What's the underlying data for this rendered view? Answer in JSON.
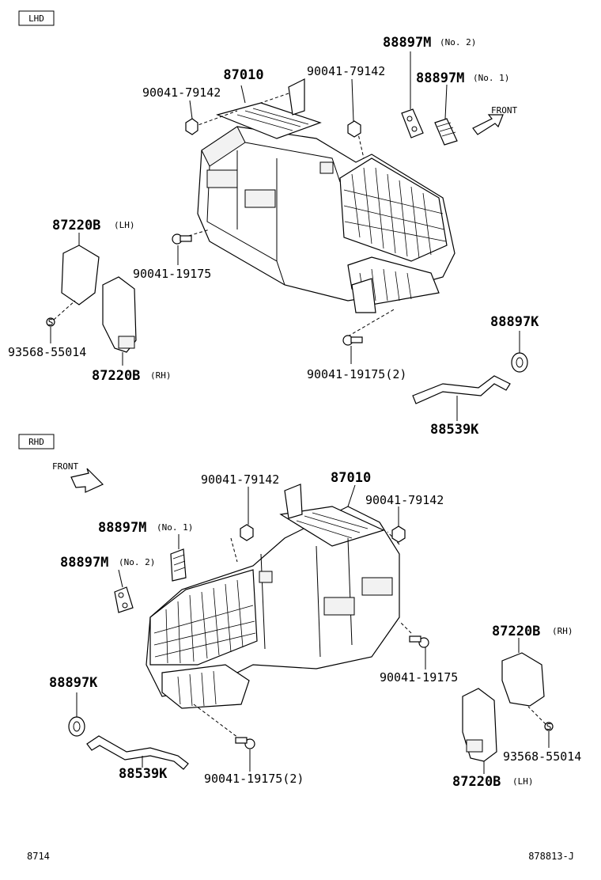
{
  "sections": {
    "lhd": {
      "tag": "LHD",
      "front_label": "FRONT",
      "labels": {
        "unit": "87010",
        "bolt_left_top": "90041-79142",
        "bolt_right_top": "90041-79142",
        "damper2_pn": "88897M",
        "damper2_sub": "(No. 2)",
        "damper1_pn": "88897M",
        "damper1_sub": "(No. 1)",
        "duct_pn_lh": "87220B",
        "duct_sub_lh": "(LH)",
        "screw_mid": "90041-19175",
        "screw_small": "93568-55014",
        "duct_pn_rh": "87220B",
        "duct_sub_rh": "(RH)",
        "screw_bottom": "90041-19175(2)",
        "grommet": "88897K",
        "hose": "88539K"
      }
    },
    "rhd": {
      "tag": "RHD",
      "front_label": "FRONT",
      "labels": {
        "unit": "87010",
        "bolt_left_top": "90041-79142",
        "bolt_right_top": "90041-79142",
        "damper1_pn": "88897M",
        "damper1_sub": "(No. 1)",
        "damper2_pn": "88897M",
        "damper2_sub": "(No. 2)",
        "grommet": "88897K",
        "hose": "88539K",
        "screw_bottom": "90041-19175(2)",
        "screw_mid": "90041-19175",
        "duct_pn_rh": "87220B",
        "duct_sub_rh": "(RH)",
        "screw_small": "93568-55014",
        "duct_pn_lh": "87220B",
        "duct_sub_lh": "(LH)"
      }
    }
  },
  "footer": {
    "left": "8714",
    "right": "878813-J"
  }
}
